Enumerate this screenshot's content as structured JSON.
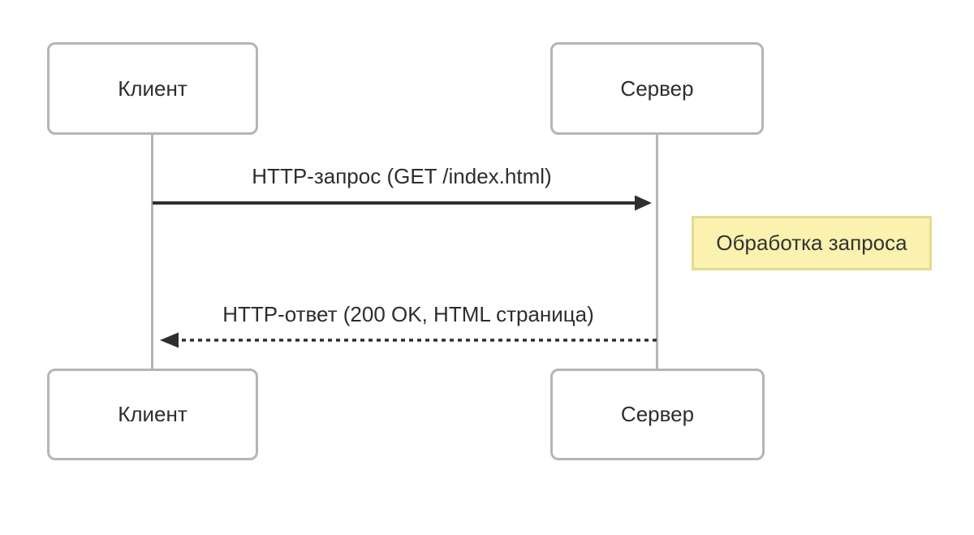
{
  "diagram": {
    "actors": [
      {
        "id": "client-top",
        "label": "Клиент"
      },
      {
        "id": "server-top",
        "label": "Сервер"
      },
      {
        "id": "client-bottom",
        "label": "Клиент"
      },
      {
        "id": "server-bottom",
        "label": "Сервер"
      }
    ],
    "messages": [
      {
        "label": "HTTP-запрос (GET /index.html)",
        "style": "solid",
        "direction": "right",
        "from": "client",
        "to": "server"
      },
      {
        "label": "HTTP-ответ (200 OK, HTML страница)",
        "style": "dotted",
        "direction": "left",
        "from": "server",
        "to": "client"
      }
    ],
    "note": {
      "label": "Обработка запроса"
    },
    "colors": {
      "actor_border": "#b5b5b5",
      "lifeline": "#b5b5b5",
      "arrow": "#2f2f2f",
      "text": "#2d2d2d",
      "note_fill": "#faf2ae",
      "note_border": "#e5db8e"
    }
  }
}
